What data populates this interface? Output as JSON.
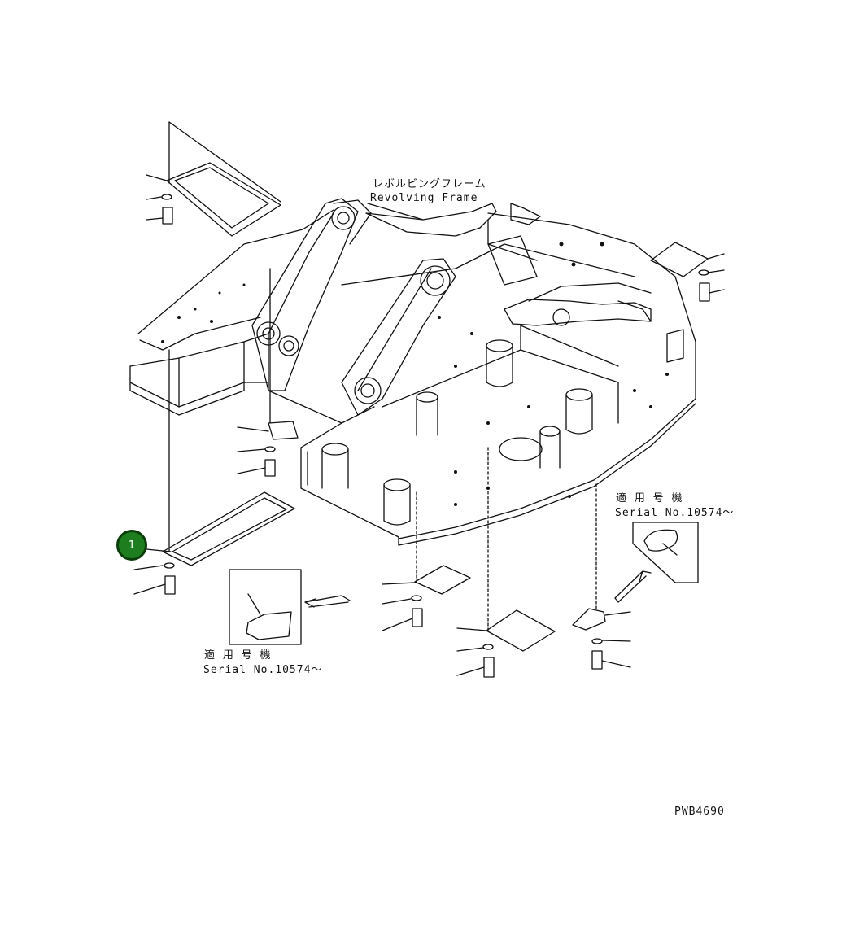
{
  "frame_label": {
    "japanese": "レボルビングフレーム",
    "english": "Revolving Frame"
  },
  "serial_note_right": {
    "japanese": "適 用 号 機",
    "serial": "Serial No.10574～"
  },
  "serial_note_left": {
    "japanese": "適 用 号 機",
    "serial": "Serial No.10574～"
  },
  "callout": {
    "number": "1",
    "color": "#1e7d1e"
  },
  "drawing_id": "PWB4690"
}
